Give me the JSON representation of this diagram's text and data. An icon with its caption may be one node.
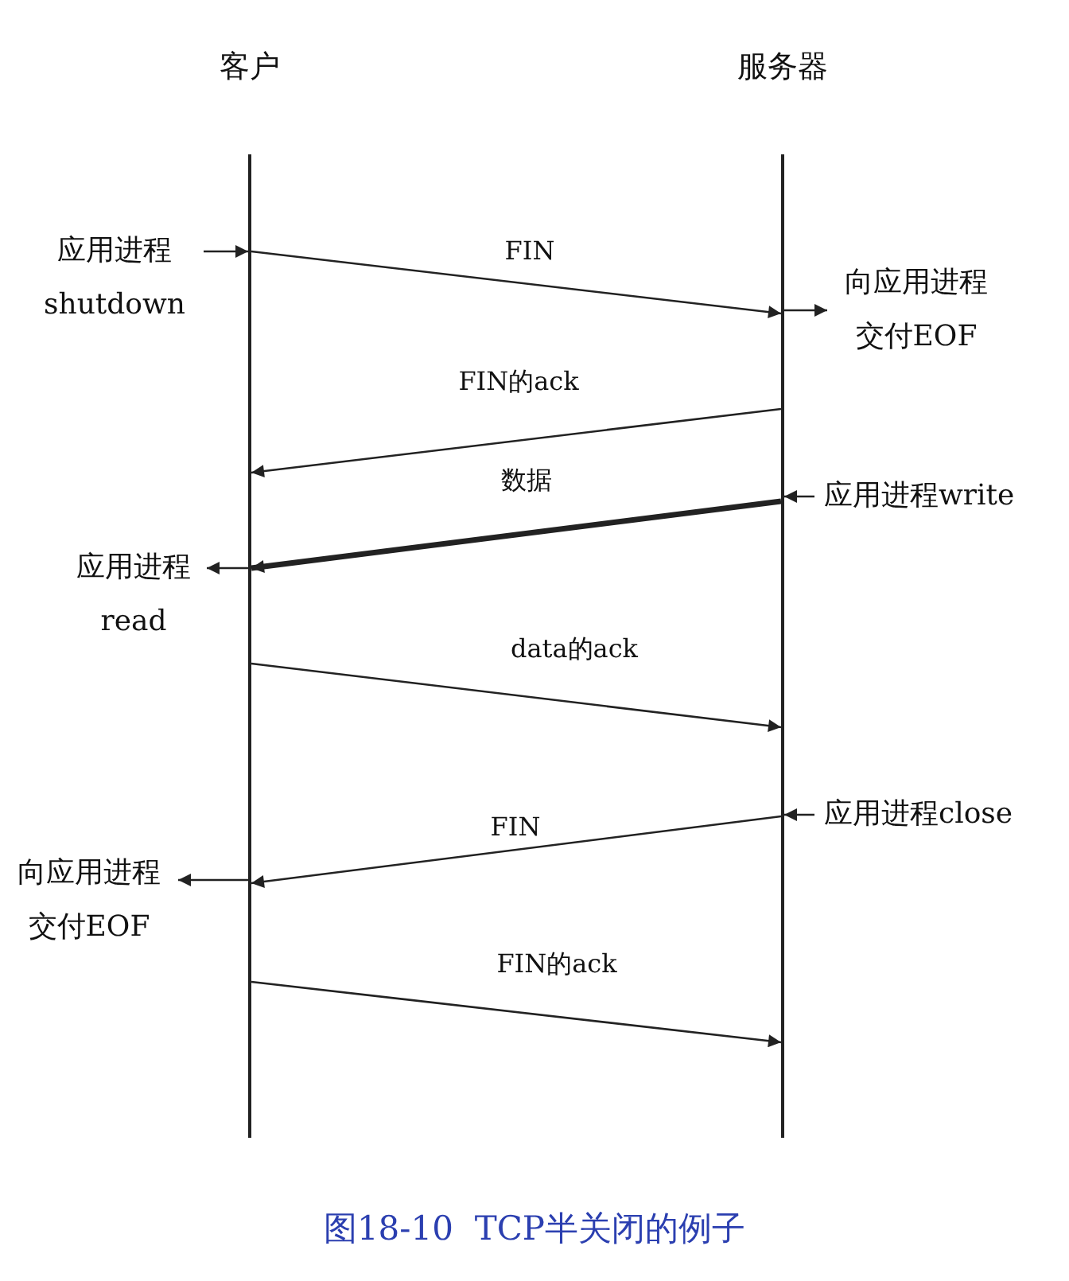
{
  "diagram": {
    "caption": "图18-10  TCP半关闭的例子",
    "nodes": [
      {
        "text": [
          "客户"
        ]
      },
      {
        "text": [
          "服务器"
        ]
      },
      {
        "text": [
          "应用进程shutdown"
        ]
      },
      {
        "text": [
          "向应用进程交付EOF"
        ]
      },
      {
        "text": [
          "应用进程write"
        ]
      },
      {
        "text": [
          "应用进程read"
        ]
      },
      {
        "text": [
          "应用进程close"
        ]
      },
      {
        "text": [
          "向应用进程交付EOF"
        ]
      }
    ],
    "edges": [
      {
        "from": 2,
        "to": 0,
        "arrow": "to"
      },
      {
        "from": 0,
        "to": 1,
        "arrow": "to",
        "label": "FIN"
      },
      {
        "from": 1,
        "to": 3,
        "arrow": "to"
      },
      {
        "from": 1,
        "to": 0,
        "arrow": "to",
        "label": "FIN的ack"
      },
      {
        "from": 4,
        "to": 1,
        "arrow": "to"
      },
      {
        "from": 1,
        "to": 0,
        "arrow": "to",
        "label": "数据",
        "style": "thick"
      },
      {
        "from": 0,
        "to": 5,
        "arrow": "to"
      },
      {
        "from": 0,
        "to": 1,
        "arrow": "to",
        "label": "data的ack"
      },
      {
        "from": 6,
        "to": 1,
        "arrow": "to"
      },
      {
        "from": 1,
        "to": 0,
        "arrow": "to",
        "label": "FIN"
      },
      {
        "from": 0,
        "to": 7,
        "arrow": "to"
      },
      {
        "from": 0,
        "to": 1,
        "arrow": "to",
        "label": "FIN的ack"
      }
    ]
  }
}
